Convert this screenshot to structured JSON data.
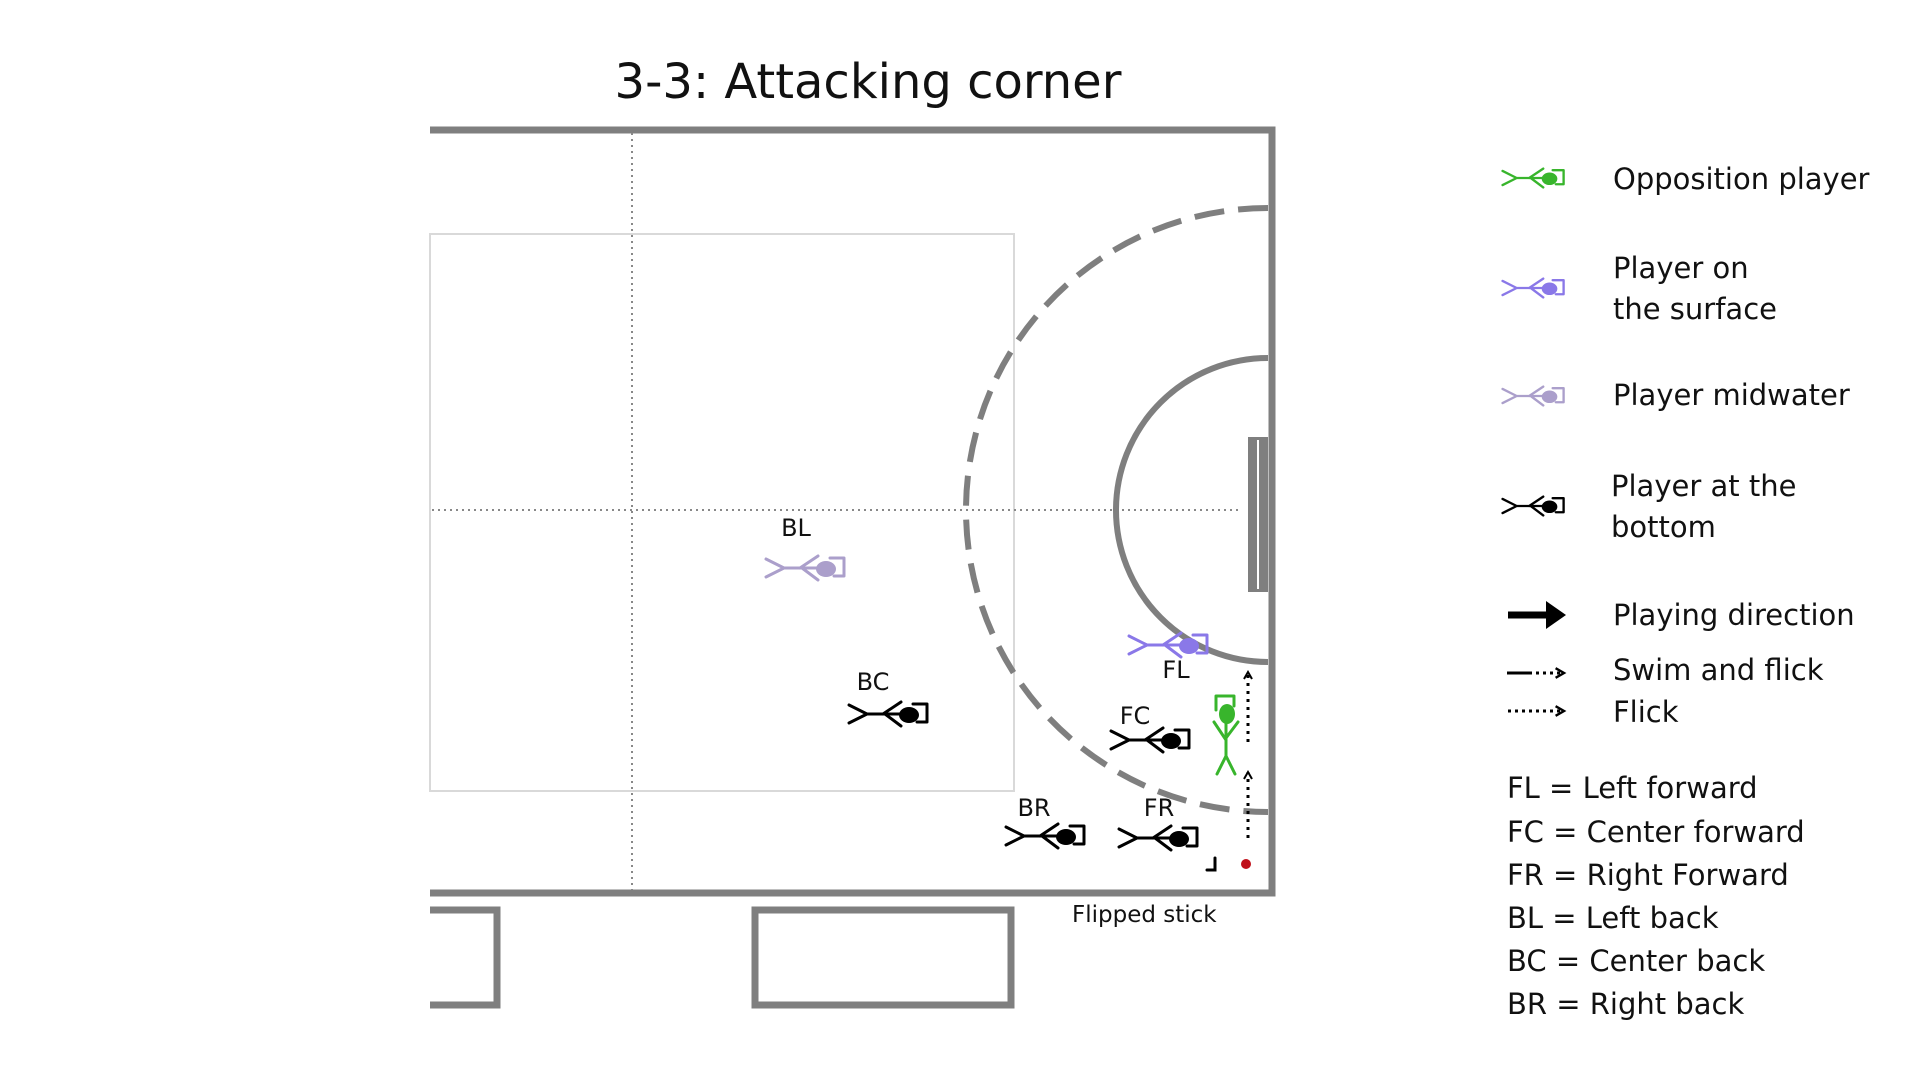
{
  "title": "3-3:  Attacking corner",
  "colors": {
    "opposition": "#38b52c",
    "surface": "#8a78e8",
    "midwater": "#ab9fcb",
    "bottom": "#000000",
    "field": "#7f7f7f",
    "field_light": "#d9d9d9",
    "ball": "#c0101a"
  },
  "players": [
    {
      "id": "BL",
      "label": "BL",
      "level": "midwater"
    },
    {
      "id": "BC",
      "label": "BC",
      "level": "bottom"
    },
    {
      "id": "BR",
      "label": "BR",
      "level": "bottom"
    },
    {
      "id": "FC",
      "label": "FC",
      "level": "bottom"
    },
    {
      "id": "FR",
      "label": "FR",
      "level": "bottom"
    },
    {
      "id": "FL",
      "label": "FL",
      "level": "surface"
    },
    {
      "id": "OPP",
      "label": "",
      "level": "opposition"
    }
  ],
  "annotation": {
    "ball_label": "Flipped stick"
  },
  "legend": {
    "players": [
      {
        "kind": "opposition",
        "lines": [
          "Opposition player"
        ]
      },
      {
        "kind": "surface",
        "lines": [
          "Player on",
          "the surface"
        ]
      },
      {
        "kind": "midwater",
        "lines": [
          "Player midwater"
        ]
      },
      {
        "kind": "bottom",
        "lines": [
          "Player at the",
          "bottom"
        ]
      }
    ],
    "arrows": [
      {
        "kind": "playing-direction",
        "label": "Playing direction"
      },
      {
        "kind": "swim-and-flick",
        "label": "Swim and flick"
      },
      {
        "kind": "flick",
        "label": "Flick"
      }
    ],
    "abbreviations": [
      "FL = Left forward",
      "FC = Center forward",
      "FR = Right Forward",
      "BL = Left back",
      "BC = Center back",
      "BR = Right back"
    ]
  }
}
